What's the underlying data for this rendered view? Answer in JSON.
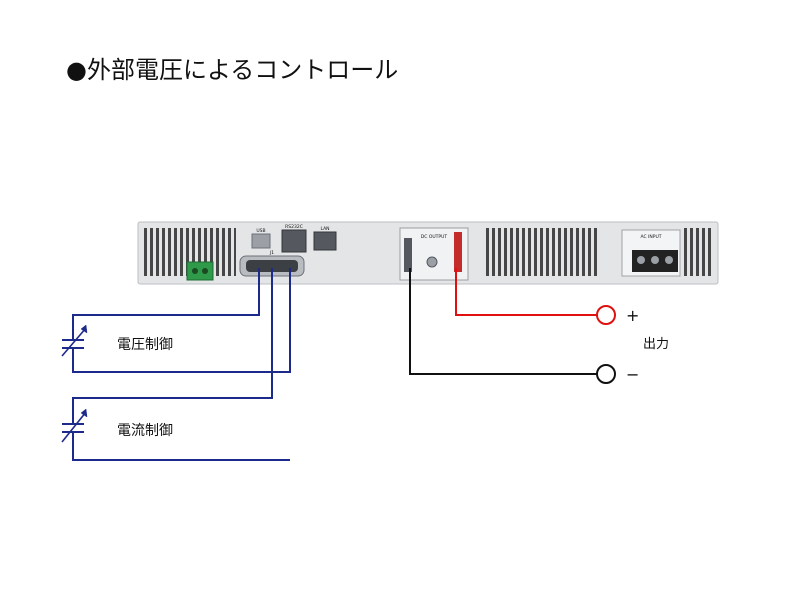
{
  "title": "●外部電圧によるコントロール",
  "labels": {
    "voltage_control": "電圧制御",
    "current_control": "電流制御",
    "output": "出力",
    "plus": "+",
    "minus": "−"
  },
  "panel": {
    "usb": "USB",
    "rs232c": "RS232C",
    "lan": "LAN",
    "j1": "J1",
    "dc_output": "DC OUTPUT",
    "ac_input": "AC INPUT"
  },
  "colors": {
    "control_wire": "#1c2a8c",
    "positive_wire": "#e01010",
    "negative_wire": "#111111",
    "chassis": "#e4e5e7",
    "terminal_block": "#2f9a4a"
  }
}
